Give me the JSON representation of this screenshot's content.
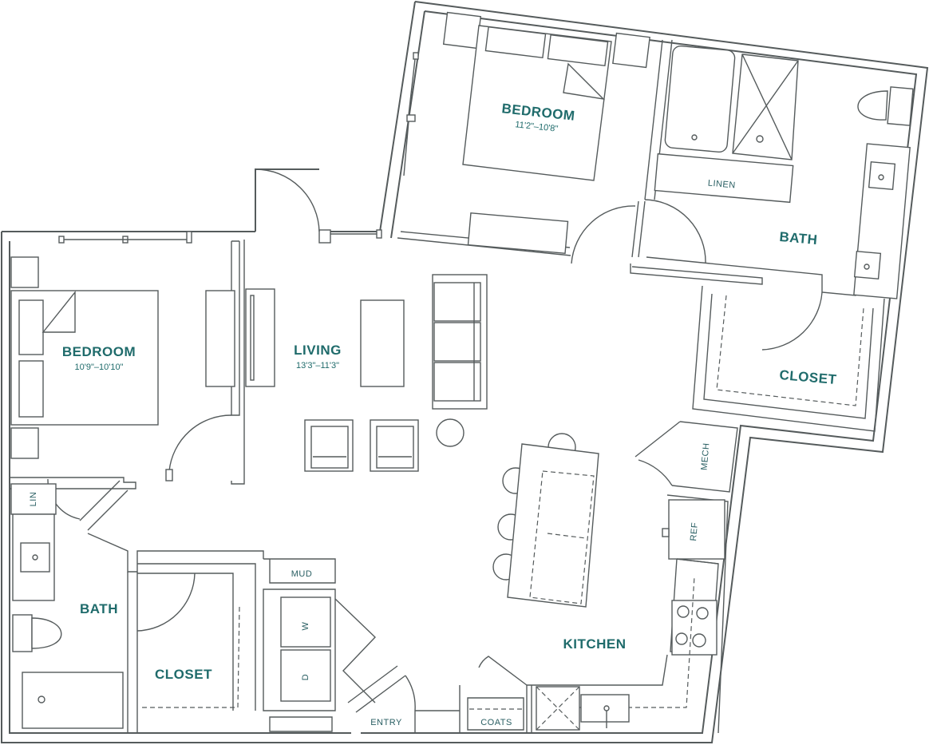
{
  "rooms": {
    "bedroom_top": {
      "label": "BEDROOM",
      "dim": "11'2\"–10'8\""
    },
    "bedroom_left": {
      "label": "BEDROOM",
      "dim": "10'9\"–10'10\""
    },
    "living": {
      "label": "LIVING",
      "dim": "13'3\"–11'3\""
    },
    "bath_top": {
      "label": "BATH"
    },
    "bath_left": {
      "label": "BATH"
    },
    "closet_right": {
      "label": "CLOSET"
    },
    "closet_left": {
      "label": "CLOSET"
    },
    "kitchen": {
      "label": "KITCHEN"
    }
  },
  "labels": {
    "linen": "LINEN",
    "lin": "LIN",
    "mech": "MECH",
    "ref": "REF",
    "mud": "MUD",
    "washer": "W",
    "dryer": "D",
    "entry": "ENTRY",
    "coats": "COATS"
  },
  "colors": {
    "label": "#1f6b6b",
    "walls": "#555b5c"
  }
}
